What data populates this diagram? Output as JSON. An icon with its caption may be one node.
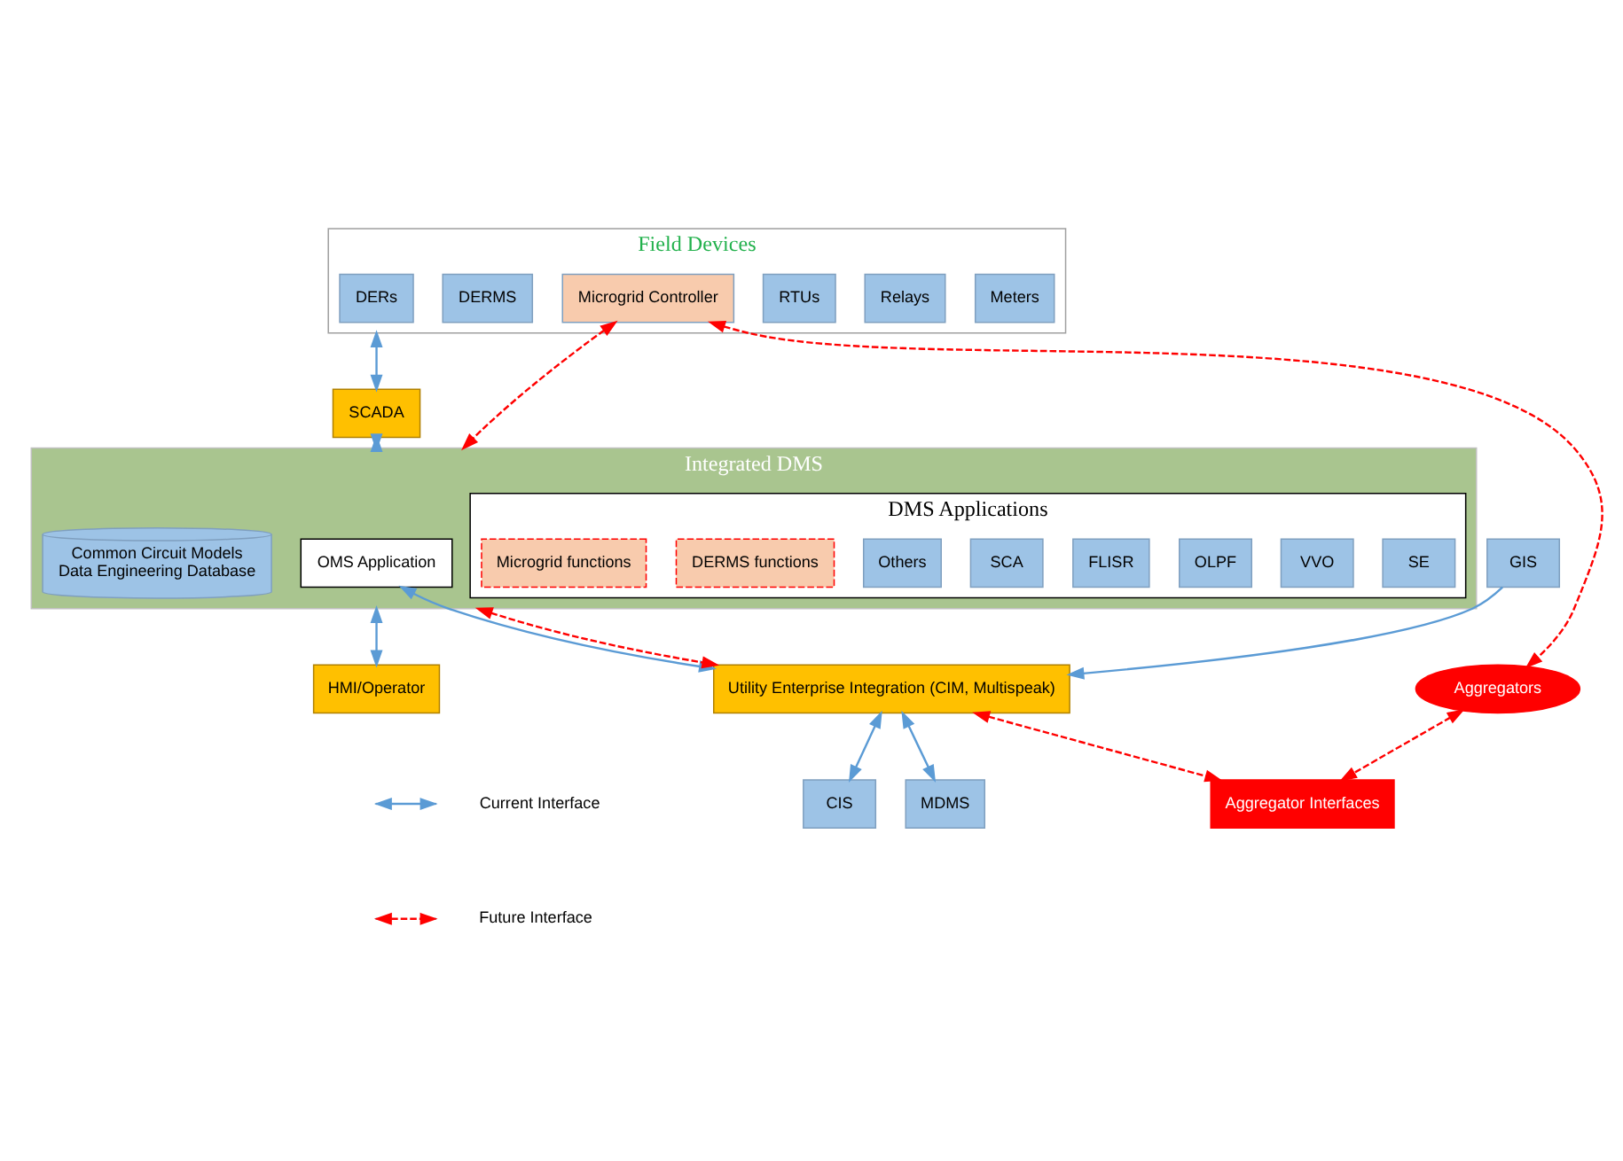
{
  "diagram": {
    "nodes": [
      {
        "text": [
          "Field Devices"
        ]
      },
      {
        "text": [
          "Meters"
        ],
        "in": 0
      },
      {
        "text": [
          "Relays"
        ],
        "in": 0
      },
      {
        "text": [
          "RTUs"
        ],
        "in": 0
      },
      {
        "text": [
          "DERs"
        ],
        "in": 0
      },
      {
        "text": [
          "DERMS"
        ],
        "in": 0
      },
      {
        "text": [
          "Microgrid Controller"
        ],
        "in": 0
      },
      {
        "text": [
          "Aggregators"
        ]
      },
      {
        "text": [
          "SCADA"
        ]
      },
      {
        "text": [
          "Integrated DMS"
        ]
      },
      {
        "text": [
          "DMS Applications"
        ],
        "in": 9
      },
      {
        "text": [
          "SE"
        ],
        "in": 10
      },
      {
        "text": [
          "VVO"
        ],
        "in": 10
      },
      {
        "text": [
          "OLPF"
        ],
        "in": 10
      },
      {
        "text": [
          "FLISR"
        ],
        "in": 10
      },
      {
        "text": [
          "SCA"
        ],
        "in": 10
      },
      {
        "text": [
          "Others"
        ],
        "in": 10
      },
      {
        "text": [
          "DERMS functions"
        ],
        "in": 10
      },
      {
        "text": [
          "Microgrid functions"
        ],
        "in": 10
      },
      {
        "text": [
          "OMS Application"
        ],
        "in": 9
      },
      {
        "text": [
          "Common Circuit Models",
          "Data Engineering Database"
        ],
        "in": 9
      },
      {
        "text": [
          "HMI/Operator"
        ]
      },
      {
        "text": [
          "Utility Enterprise Integration (CIM, Multispeak)"
        ]
      },
      {
        "text": [
          "CIS"
        ]
      },
      {
        "text": [
          "Aggregator Interfaces"
        ]
      },
      {
        "text": [
          "MDMS"
        ]
      },
      {
        "text": [
          "GIS"
        ]
      }
    ],
    "edges": [
      {
        "from": 0,
        "to": 8,
        "arrow": "both"
      },
      {
        "from": 8,
        "to": 9,
        "arrow": "both"
      },
      {
        "from": 6,
        "to": 9,
        "arrow": "both",
        "style": "dashed",
        "color": "#ff0000"
      },
      {
        "from": 6,
        "to": 7,
        "arrow": "both",
        "style": "dashed",
        "color": "#ff0000"
      },
      {
        "from": 7,
        "to": 24,
        "arrow": "both",
        "style": "dashed",
        "color": "#ff0000"
      },
      {
        "from": 9,
        "to": 21,
        "arrow": "both"
      },
      {
        "from": 19,
        "to": 22,
        "arrow": "both"
      },
      {
        "from": 9,
        "to": 22,
        "arrow": "both",
        "style": "dashed",
        "color": "#ff0000"
      },
      {
        "from": 22,
        "to": 23,
        "arrow": "both"
      },
      {
        "from": 22,
        "to": 24,
        "arrow": "both",
        "style": "dashed",
        "color": "#ff0000"
      },
      {
        "from": 22,
        "to": 25,
        "arrow": "both"
      },
      {
        "from": 26,
        "to": 22,
        "arrow": "to"
      }
    ],
    "legend": [
      {
        "text": "Current Interface"
      },
      {
        "text": "Future Interface"
      }
    ]
  }
}
